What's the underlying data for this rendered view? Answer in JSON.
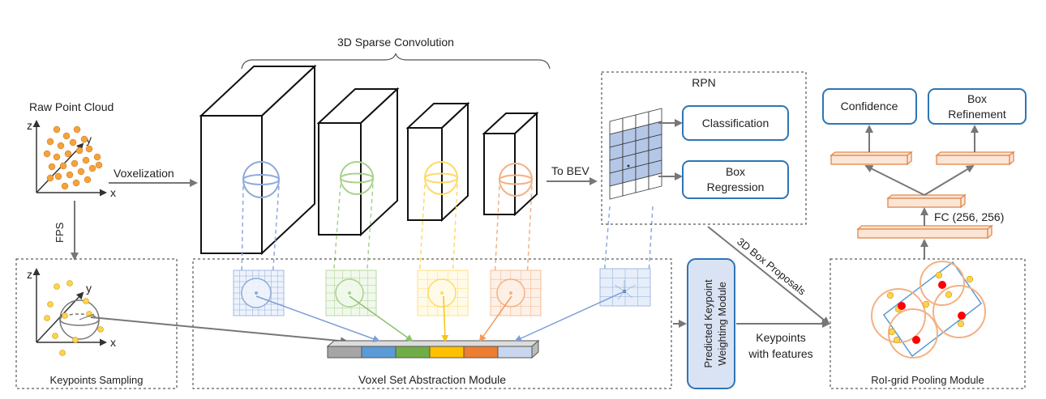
{
  "labels": {
    "sparse_conv": "3D Sparse Convolution",
    "raw_point_cloud": "Raw Point Cloud",
    "voxelization": "Voxelization",
    "fps": "FPS",
    "to_bev": "To BEV",
    "rpn": "RPN",
    "classification": "Classification",
    "box_regression_1": "Box",
    "box_regression_2": "Regression",
    "confidence": "Confidence",
    "box_refinement_1": "Box",
    "box_refinement_2": "Refinement",
    "fc": "FC (256, 256)",
    "box_proposals": "3D Box Proposals",
    "keypoints_sampling": "Keypoints Sampling",
    "vsa_module": "Voxel Set Abstraction Module",
    "pkw_module_1": "Predicted Keypoint",
    "pkw_module_2": "Weighting Module",
    "keypoints_features_1": "Keypoints",
    "keypoints_features_2": "with features",
    "roi_pooling": "RoI-grid Pooling Module",
    "axis_z": "z",
    "axis_y": "y",
    "axis_x": "x"
  },
  "colors": {
    "blue": "#8faadc",
    "green": "#a9d18e",
    "yellow": "#ffd966",
    "orange": "#f4b183",
    "gray": "#a6a6a6",
    "lightblue": "#c9d6ee",
    "point_orange": "#f4a23c",
    "keypoint_yellow": "#ffd34d",
    "red": "#ff0000",
    "box_border": "#2e75b6"
  }
}
